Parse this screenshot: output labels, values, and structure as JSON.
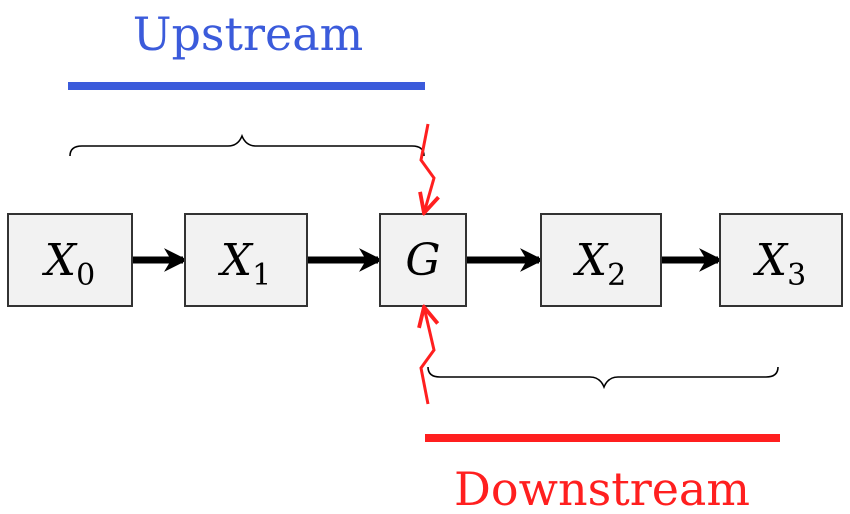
{
  "regions": {
    "upstream": {
      "label": "Upstream",
      "color": "#3b5bdb"
    },
    "downstream": {
      "label": "Downstream",
      "color": "#ff1f1f"
    }
  },
  "nodes": [
    {
      "id": "x0",
      "var": "X",
      "sub": "0"
    },
    {
      "id": "x1",
      "var": "X",
      "sub": "1"
    },
    {
      "id": "g",
      "var": "G",
      "sub": ""
    },
    {
      "id": "x2",
      "var": "X",
      "sub": "2"
    },
    {
      "id": "x3",
      "var": "X",
      "sub": "3"
    }
  ],
  "edges": [
    {
      "from": "x0",
      "to": "x1"
    },
    {
      "from": "x1",
      "to": "g"
    },
    {
      "from": "g",
      "to": "x2"
    },
    {
      "from": "x2",
      "to": "x3"
    }
  ],
  "colors": {
    "box_fill": "#f2f2f2",
    "box_stroke": "#333333",
    "edge": "#000000",
    "intervention": "#ff1f1f"
  }
}
